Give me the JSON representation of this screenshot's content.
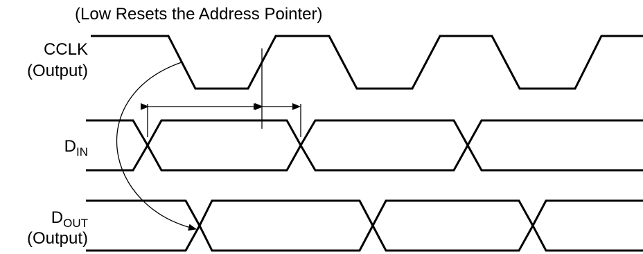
{
  "annotation": "(Low Resets the Address Pointer)",
  "signals": {
    "cclk": {
      "name": "CCLK",
      "sub": "(Output)"
    },
    "din": {
      "main": "D",
      "subscript": "IN"
    },
    "dout": {
      "main": "D",
      "subscript": "OUT",
      "sub": "(Output)"
    }
  },
  "colors": {
    "line": "#000000",
    "background": "#ffffff"
  }
}
